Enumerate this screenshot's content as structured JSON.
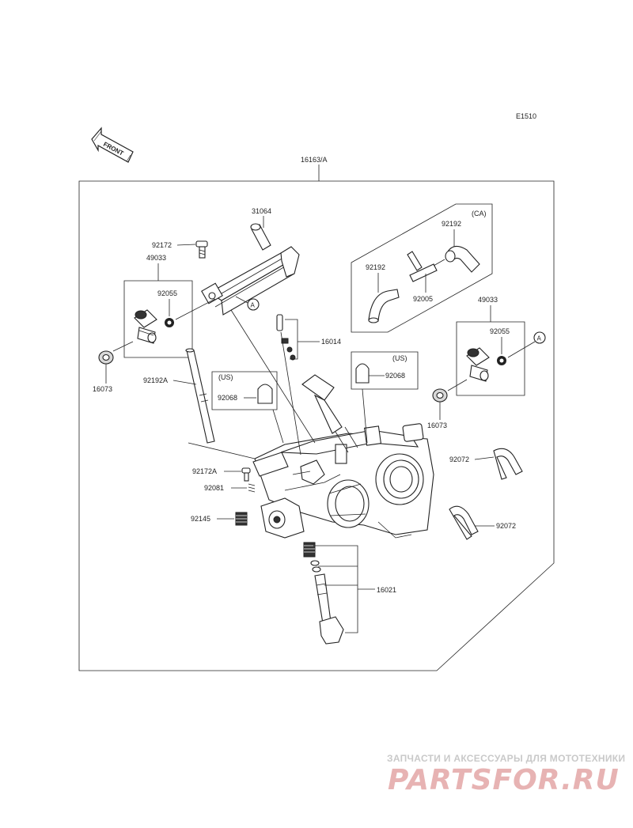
{
  "diagram_code": "E1510",
  "front_label": "FRONT",
  "assembly": {
    "number": "16163/A"
  },
  "variant_labels": {
    "ca": "(CA)",
    "us_left": "(US)",
    "us_right": "(US)"
  },
  "callout_marker": "A",
  "parts": {
    "p31064": "31064",
    "p92172": "92172",
    "p49033_left": "49033",
    "p92055_left": "92055",
    "p16073_left": "16073",
    "p92192A": "92192A",
    "p92068_left": "92068",
    "p92172A": "92172A",
    "p92081": "92081",
    "p92145": "92145",
    "p16014": "16014",
    "p92068_right": "92068",
    "p92192_top": "92192",
    "p92192_left": "92192",
    "p92005": "92005",
    "p49033_right": "49033",
    "p92055_right": "92055",
    "p16073_right": "16073",
    "p92072_top": "92072",
    "p92072_bottom": "92072",
    "p16021": "16021"
  },
  "watermark": {
    "tagline": "ЗАПЧАСТИ И АКСЕССУАРЫ ДЛЯ МОТОТЕХНИКИ",
    "brand": "PARTSFOR.RU"
  }
}
